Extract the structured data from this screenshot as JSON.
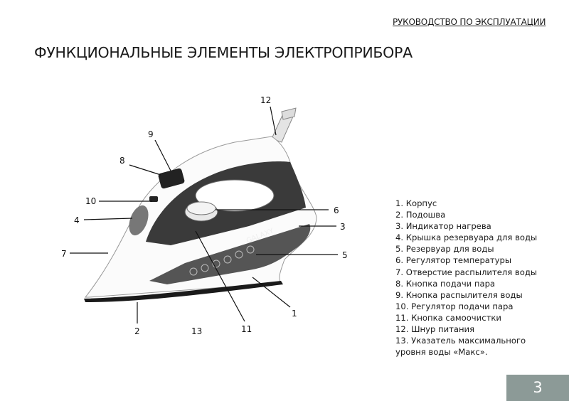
{
  "header": {
    "section": "РУКОВОДСТВО ПО ЭКСПЛУАТАЦИИ"
  },
  "title": "ФУНКЦИОНАЛЬНЫЕ ЭЛЕМЕНТЫ ЭЛЕКТРОПРИБОРА",
  "brand": "GALAXY",
  "callouts": {
    "c1": "1",
    "c2": "2",
    "c3": "3",
    "c4": "4",
    "c5": "5",
    "c6": "6",
    "c7": "7",
    "c8": "8",
    "c9": "9",
    "c10": "10",
    "c11": "11",
    "c12": "12",
    "c13": "13"
  },
  "legend": [
    "1. Корпус",
    "2. Подошва",
    "3. Индикатор нагрева",
    "4. Крышка резервуара для воды",
    "5. Резервуар для воды",
    "6. Регулятор температуры",
    "7. Отверстие распылителя воды",
    "8. Кнопка подачи пара",
    "9. Кнопка распылителя воды",
    "10. Регулятор подачи пара",
    "11. Кнопка самоочистки",
    "12. Шнур питания",
    "13. Указатель максимального",
    "уровня воды «Макс»."
  ],
  "page_number": "3"
}
